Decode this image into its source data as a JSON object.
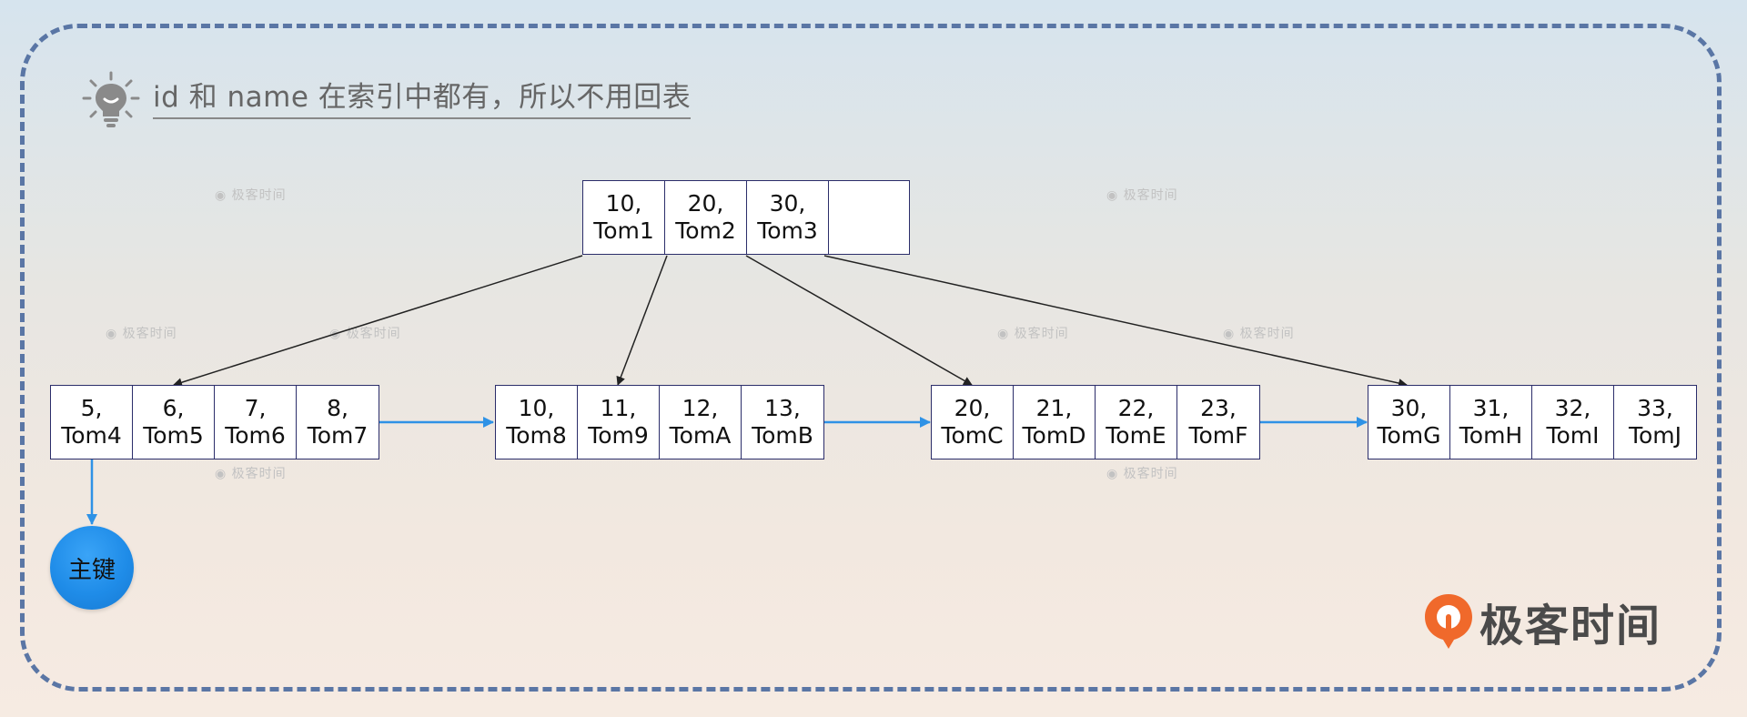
{
  "caption": "id 和 name 在索引中都有，所以不用回表",
  "root": {
    "cells": [
      [
        "10,",
        "Tom1"
      ],
      [
        "20,",
        "Tom2"
      ],
      [
        "30,",
        "Tom3"
      ],
      [
        "",
        ""
      ]
    ]
  },
  "leaves": [
    {
      "cells": [
        [
          "5,",
          "Tom4"
        ],
        [
          "6,",
          "Tom5"
        ],
        [
          "7,",
          "Tom6"
        ],
        [
          "8,",
          "Tom7"
        ]
      ]
    },
    {
      "cells": [
        [
          "10,",
          "Tom8"
        ],
        [
          "11,",
          "Tom9"
        ],
        [
          "12,",
          "TomA"
        ],
        [
          "13,",
          "TomB"
        ]
      ]
    },
    {
      "cells": [
        [
          "20,",
          "TomC"
        ],
        [
          "21,",
          "TomD"
        ],
        [
          "22,",
          "TomE"
        ],
        [
          "23,",
          "TomF"
        ]
      ]
    },
    {
      "cells": [
        [
          "30,",
          "TomG"
        ],
        [
          "31,",
          "TomH"
        ],
        [
          "32,",
          "TomI"
        ],
        [
          "33,",
          "TomJ"
        ]
      ]
    }
  ],
  "primary_key_label": "主键",
  "logo_text": "极客时间",
  "watermark_text": "极客时间",
  "colors": {
    "frame": "#5a76a5",
    "leaf_link": "#2e92e6",
    "node_border": "#2b2d6a",
    "pk_circle": "#1f8ce8",
    "logo_orange": "#f0692b"
  }
}
